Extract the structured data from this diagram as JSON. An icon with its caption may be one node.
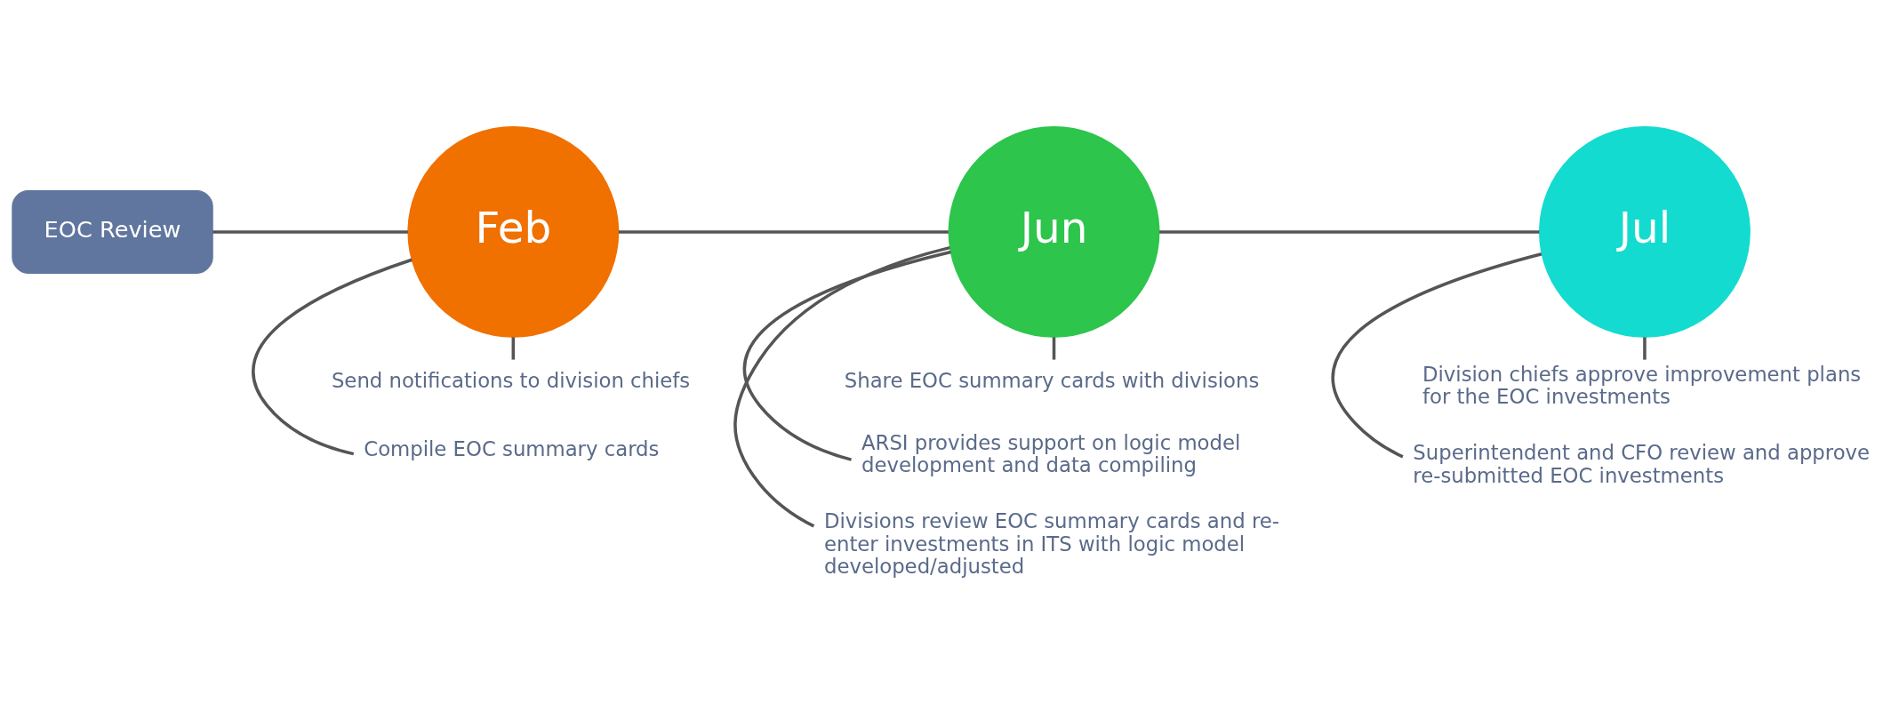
{
  "diagram": {
    "nodes": [
      {
        "text": [
          "EOC Review"
        ]
      },
      {
        "text": [
          "Feb"
        ]
      },
      {
        "text": [
          "Jun"
        ]
      },
      {
        "text": [
          "Jul"
        ]
      },
      {
        "text": [
          "Send notifications to division chiefs"
        ]
      },
      {
        "text": [
          "Compile EOC summary cards"
        ]
      },
      {
        "text": [
          "Division chiefs approve improvement plans for the EOC investments"
        ]
      },
      {
        "text": [
          "Superintendent and CFO review and approve re-submitted EOC investments"
        ]
      },
      {
        "text": [
          "Share EOC summary cards with divisions"
        ]
      },
      {
        "text": [
          "ARSI provides support on logic model development and data compiling"
        ]
      },
      {
        "text": [
          "Divisions review EOC summary cards and re-enter investments in ITS with logic model developed/adjusted"
        ]
      }
    ],
    "edges": [
      {
        "from": 0,
        "to": 1,
        "arrow": "none"
      },
      {
        "from": 1,
        "to": 2,
        "arrow": "none"
      },
      {
        "from": 2,
        "to": 3,
        "arrow": "none"
      },
      {
        "from": 1,
        "to": 4,
        "arrow": "none"
      },
      {
        "from": 1,
        "to": 5,
        "arrow": "none"
      },
      {
        "from": 3,
        "to": 6,
        "arrow": "none"
      },
      {
        "from": 3,
        "to": 7,
        "arrow": "none"
      },
      {
        "from": 2,
        "to": 8,
        "arrow": "none"
      },
      {
        "from": 2,
        "to": 9,
        "arrow": "none"
      },
      {
        "from": 2,
        "to": 10,
        "arrow": "none"
      }
    ]
  }
}
